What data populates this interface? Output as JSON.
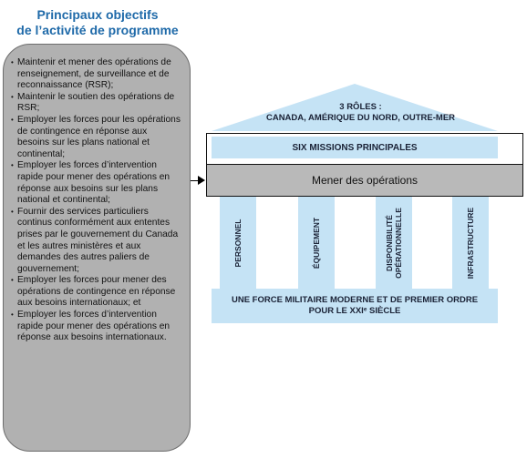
{
  "title": {
    "line1": "Principaux objectifs",
    "line2": "de l’activité de programme"
  },
  "objectives": [
    "Maintenir et mener des opérations de renseignement, de surveillance et de reconnaissance (RSR);",
    "Maintenir le soutien des opérations de RSR;",
    "Employer les forces pour les opérations de contingence en réponse aux besoins sur les plans national et continental;",
    "Employer les forces d’intervention rapide pour mener des opérations en réponse aux besoins sur les plans national et continental;",
    "Fournir des services particuliers continus conformément aux ententes prises par le gouvernement du Canada et les autres ministères et aux demandes des autres paliers de gouvernement;",
    "Employer les forces pour mener des opérations de contingence en réponse aux besoins internationaux; et",
    "Employer les forces d’intervention rapide pour mener des opérations en réponse aux besoins internationaux."
  ],
  "temple": {
    "roof_line1": "3 RÔLES :",
    "roof_line2": "CANADA, AMÉRIQUE DU NORD, OUTRE-MER",
    "missions": "SIX MISSIONS PRINCIPALES",
    "operations": "Mener des opérations",
    "pillars": [
      {
        "line1": "PERSONNEL",
        "line2": ""
      },
      {
        "line1": "ÉQUIPEMENT",
        "line2": ""
      },
      {
        "line1": "DISPONIBILITÉ",
        "line2": "OPÉRATIONNELLE"
      },
      {
        "line1": "INFRASTRUCTURE",
        "line2": ""
      }
    ],
    "base_line1": "UNE FORCE MILITAIRE MODERNE ET DE PREMIER ORDRE",
    "base_line2": "POUR LE XXIᵉ SIÈCLE"
  },
  "colors": {
    "title": "#1f6aa9",
    "objectives_fill": "#b1b1b1",
    "temple_fill": "#c5e3f5",
    "operations_fill": "#b9b9b9",
    "temple_text": "#1a2236"
  }
}
